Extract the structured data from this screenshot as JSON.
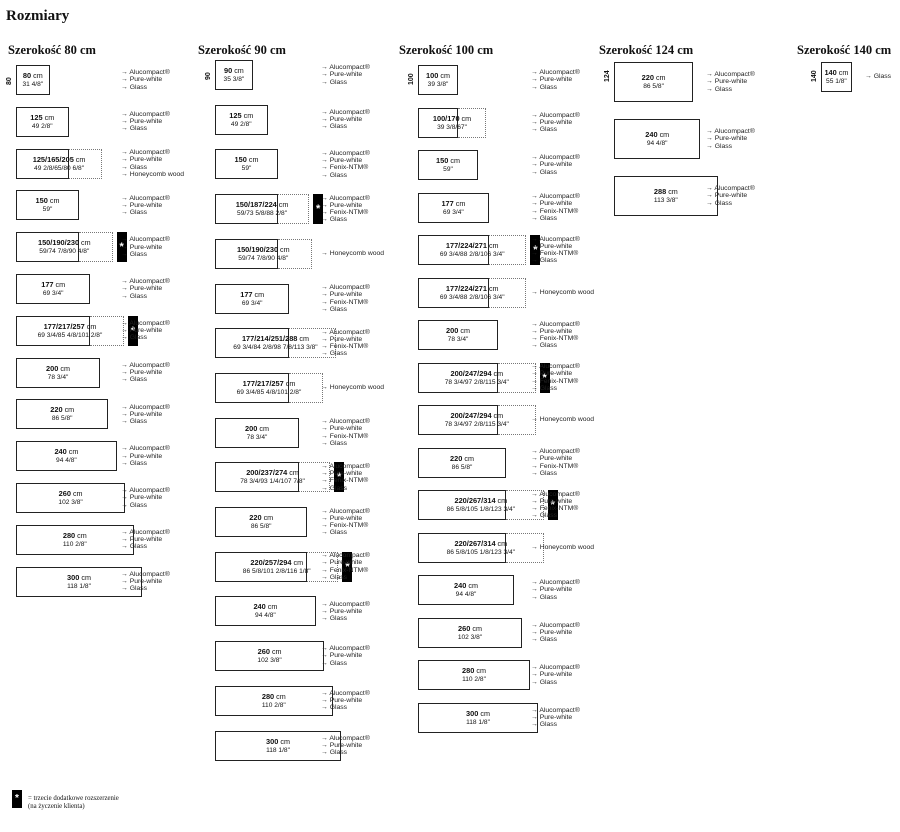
{
  "page": {
    "title": "Rozmiary"
  },
  "arrow": "→",
  "option_sets": {
    "A": [
      "Alucompact®",
      "Pure-white",
      "Glass"
    ],
    "B": [
      "Alucompact®",
      "Pure-white",
      "Glass",
      "Honeycomb wood"
    ],
    "C": [
      "Alucompact®",
      "Pure-white",
      "Fenix-NTM®",
      "Glass"
    ],
    "H": [
      "Honeycomb wood"
    ],
    "G": [
      "Glass"
    ]
  },
  "legend": {
    "symbol": "*",
    "line1": "= trzecie dodatkowe rozszerzenie",
    "line2": "(na życzenie klienta)"
  },
  "columns": [
    {
      "title": "Szerokość 80 cm",
      "height_label": "80",
      "rows": [
        {
          "cm": "80",
          "inch": "31 4/8\"",
          "opts": "A"
        },
        {
          "cm": "125",
          "inch": "49 2/8\"",
          "opts": "A"
        },
        {
          "cm": "125/165/205",
          "inch": "49 2/8/65/80 6/8\"",
          "opts": "B"
        },
        {
          "cm": "150",
          "inch": "59\"",
          "opts": "A"
        },
        {
          "cm": "150/190/230",
          "inch": "59/74 7/8/90 4/8\"",
          "opts": "A",
          "star": true
        },
        {
          "cm": "177",
          "inch": "69 3/4\"",
          "opts": "A"
        },
        {
          "cm": "177/217/257",
          "inch": "69 3/4/85 4/8/101 2/8\"",
          "opts": "A",
          "star": true
        },
        {
          "cm": "200",
          "inch": "78 3/4\"",
          "opts": "A"
        },
        {
          "cm": "220",
          "inch": "86 5/8\"",
          "opts": "A"
        },
        {
          "cm": "240",
          "inch": "94 4/8\"",
          "opts": "A"
        },
        {
          "cm": "260",
          "inch": "102 3/8\"",
          "opts": "A"
        },
        {
          "cm": "280",
          "inch": "110 2/8\"",
          "opts": "A"
        },
        {
          "cm": "300",
          "inch": "118 1/8\"",
          "opts": "A"
        }
      ]
    },
    {
      "title": "Szerokość 90 cm",
      "height_label": "90",
      "rows": [
        {
          "cm": "90",
          "inch": "35 3/8\"",
          "opts": "A"
        },
        {
          "cm": "125",
          "inch": "49 2/8\"",
          "opts": "A"
        },
        {
          "cm": "150",
          "inch": "59\"",
          "opts": "C"
        },
        {
          "cm": "150/187/224",
          "inch": "59/73 5/8/88 2/8\"",
          "opts": "C",
          "star": true
        },
        {
          "cm": "150/190/230",
          "inch": "59/74 7/8/90 4/8\"",
          "opts": "H"
        },
        {
          "cm": "177",
          "inch": "69 3/4\"",
          "opts": "C"
        },
        {
          "cm": "177/214/251/288",
          "inch": "69 3/4/84 2/8/98 7/8/113 3/8\"",
          "opts": "C"
        },
        {
          "cm": "177/217/257",
          "inch": "69 3/4/85 4/8/101 2/8\"",
          "opts": "H"
        },
        {
          "cm": "200",
          "inch": "78 3/4\"",
          "opts": "C"
        },
        {
          "cm": "200/237/274",
          "inch": "78 3/4/93 1/4/107 7/8\"",
          "opts": "C",
          "star": true
        },
        {
          "cm": "220",
          "inch": "86 5/8\"",
          "opts": "C"
        },
        {
          "cm": "220/257/294",
          "inch": "86 5/8/101 2/8/116 1/8\"",
          "opts": "C",
          "star": true
        },
        {
          "cm": "240",
          "inch": "94 4/8\"",
          "opts": "A"
        },
        {
          "cm": "260",
          "inch": "102 3/8\"",
          "opts": "A"
        },
        {
          "cm": "280",
          "inch": "110 2/8\"",
          "opts": "A"
        },
        {
          "cm": "300",
          "inch": "118 1/8\"",
          "opts": "A"
        }
      ]
    },
    {
      "title": "Szerokość 100 cm",
      "height_label": "100",
      "rows": [
        {
          "cm": "100",
          "inch": "39 3/8\"",
          "opts": "A"
        },
        {
          "cm": "100/170",
          "inch": "39 3/8/67\"",
          "opts": "A"
        },
        {
          "cm": "150",
          "inch": "59\"",
          "opts": "A"
        },
        {
          "cm": "177",
          "inch": "69 3/4\"",
          "opts": "C"
        },
        {
          "cm": "177/224/271",
          "inch": "69 3/4/88 2/8/106 3/4\"",
          "opts": "C",
          "star": true
        },
        {
          "cm": "177/224/271",
          "inch": "69 3/4/88 2/8/106 3/4\"",
          "opts": "H"
        },
        {
          "cm": "200",
          "inch": "78 3/4\"",
          "opts": "C"
        },
        {
          "cm": "200/247/294",
          "inch": "78 3/4/97 2/8/115 3/4\"",
          "opts": "C",
          "star": true
        },
        {
          "cm": "200/247/294",
          "inch": "78 3/4/97 2/8/115 3/4\"",
          "opts": "H"
        },
        {
          "cm": "220",
          "inch": "86 5/8\"",
          "opts": "C"
        },
        {
          "cm": "220/267/314",
          "inch": "86 5/8/105 1/8/123 3/4\"",
          "opts": "C",
          "star": true
        },
        {
          "cm": "220/267/314",
          "inch": "86 5/8/105 1/8/123 3/4\"",
          "opts": "H"
        },
        {
          "cm": "240",
          "inch": "94 4/8\"",
          "opts": "A"
        },
        {
          "cm": "260",
          "inch": "102 3/8\"",
          "opts": "A"
        },
        {
          "cm": "280",
          "inch": "110 2/8\"",
          "opts": "A"
        },
        {
          "cm": "300",
          "inch": "118 1/8\"",
          "opts": "A"
        }
      ]
    },
    {
      "title": "Szerokość 124 cm",
      "height_label": "124",
      "rows": [
        {
          "cm": "220",
          "inch": "86 5/8\"",
          "opts": "A"
        },
        {
          "cm": "240",
          "inch": "94 4/8\"",
          "opts": "A"
        },
        {
          "cm": "288",
          "inch": "113 3/8\"",
          "opts": "A"
        }
      ]
    },
    {
      "title": "Szerokość 140 cm",
      "height_label": "140",
      "rows": [
        {
          "cm": "140",
          "inch": "55 1/8\"",
          "opts": "G"
        }
      ]
    }
  ]
}
